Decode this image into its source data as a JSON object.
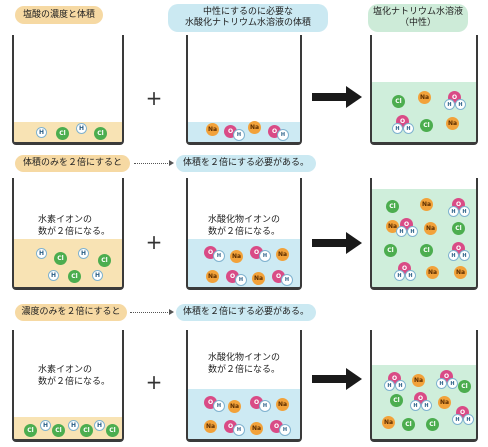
{
  "row1": {
    "label_left": "塩酸の濃度と体積",
    "label_mid": "中性にするのに必要な\n水酸化ナトリウム水溶液の体積",
    "label_right": "塩化ナトリウム水溶液\n（中性）"
  },
  "row2": {
    "label_left": "体積のみを２倍にすると",
    "label_mid": "体積を２倍にする必要がある。",
    "text_left": "水素イオンの\n数が２倍になる。",
    "text_mid": "水酸化物イオンの\n数が２倍になる。"
  },
  "row3": {
    "label_left": "濃度のみを２倍にすると",
    "label_mid": "体積を２倍にする必要がある。",
    "text_left": "水素イオンの\n数が２倍になる。",
    "text_mid": "水酸化物イオンの\n数が２倍になる。"
  },
  "symbols": {
    "plus": "+",
    "h": "H",
    "cl": "Cl",
    "na": "Na",
    "o": "O"
  },
  "colors": {
    "acid_liquid": "#f8e3b4",
    "base_liquid": "#cdeaf3",
    "salt_liquid": "#cfeedb",
    "h_ion": "#ffffff",
    "cl_ion": "#4cad4f",
    "na_ion": "#f2a23a",
    "o_atom": "#d94b86"
  }
}
